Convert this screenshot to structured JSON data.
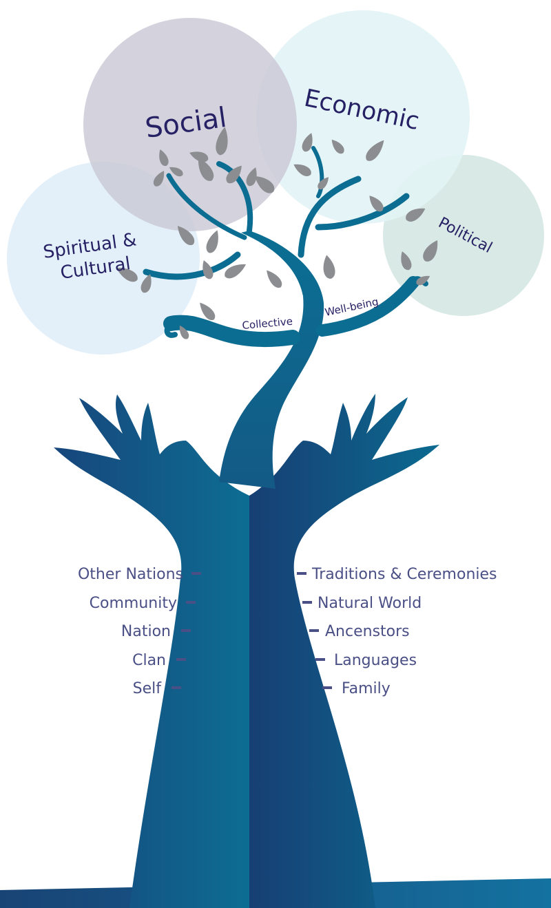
{
  "circles": {
    "social": "Social",
    "economic": "Economic",
    "spiritual_line1": "Spiritual &",
    "spiritual_line2": "Cultural",
    "political": "Political"
  },
  "branch_labels": {
    "collective": "Collective",
    "wellbeing": "Well-being"
  },
  "left_systems": [
    "Other Nations",
    "Community",
    "Nation",
    "Clan",
    "Self"
  ],
  "right_systems": [
    "Traditions & Ceremonies",
    "Natural World",
    "Ancenstors",
    "Languages",
    "Family"
  ],
  "colors": {
    "social_circle": "#c9c8d6",
    "economic_circle": "#e3f3f5",
    "spiritual_circle": "#e1eff9",
    "political_circle": "#d5e7e2",
    "tree_teal": "#0b7194",
    "tree_navy": "#183f73",
    "leaf_grey": "#8c8d91",
    "label_navy": "#262064",
    "system_text": "#4a4f86"
  }
}
